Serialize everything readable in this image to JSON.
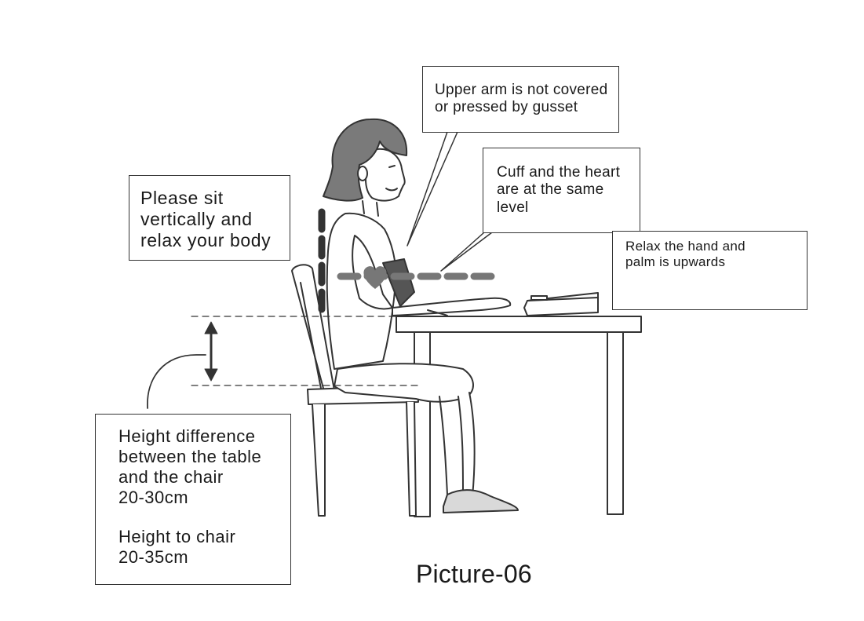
{
  "callouts": {
    "sit": [
      "Please sit",
      "vertically and",
      "relax your body"
    ],
    "arm": [
      "Upper arm is not covered",
      "or pressed by gusset"
    ],
    "cuff": [
      "Cuff and the heart",
      "are at the same",
      "level"
    ],
    "palm": [
      "Relax the hand and",
      "palm is upwards"
    ],
    "height": [
      "Height difference",
      "between the table",
      "and the chair",
      "20-30cm",
      "Height to chair",
      "20-35cm"
    ]
  },
  "caption": "Picture-06",
  "colors": {
    "line": "#333333",
    "marker": "#777777",
    "fill_light": "#f2f2f2",
    "background": "#ffffff"
  },
  "icons": [
    "heart-icon",
    "up-arrow-icon",
    "double-arrow-icon"
  ]
}
